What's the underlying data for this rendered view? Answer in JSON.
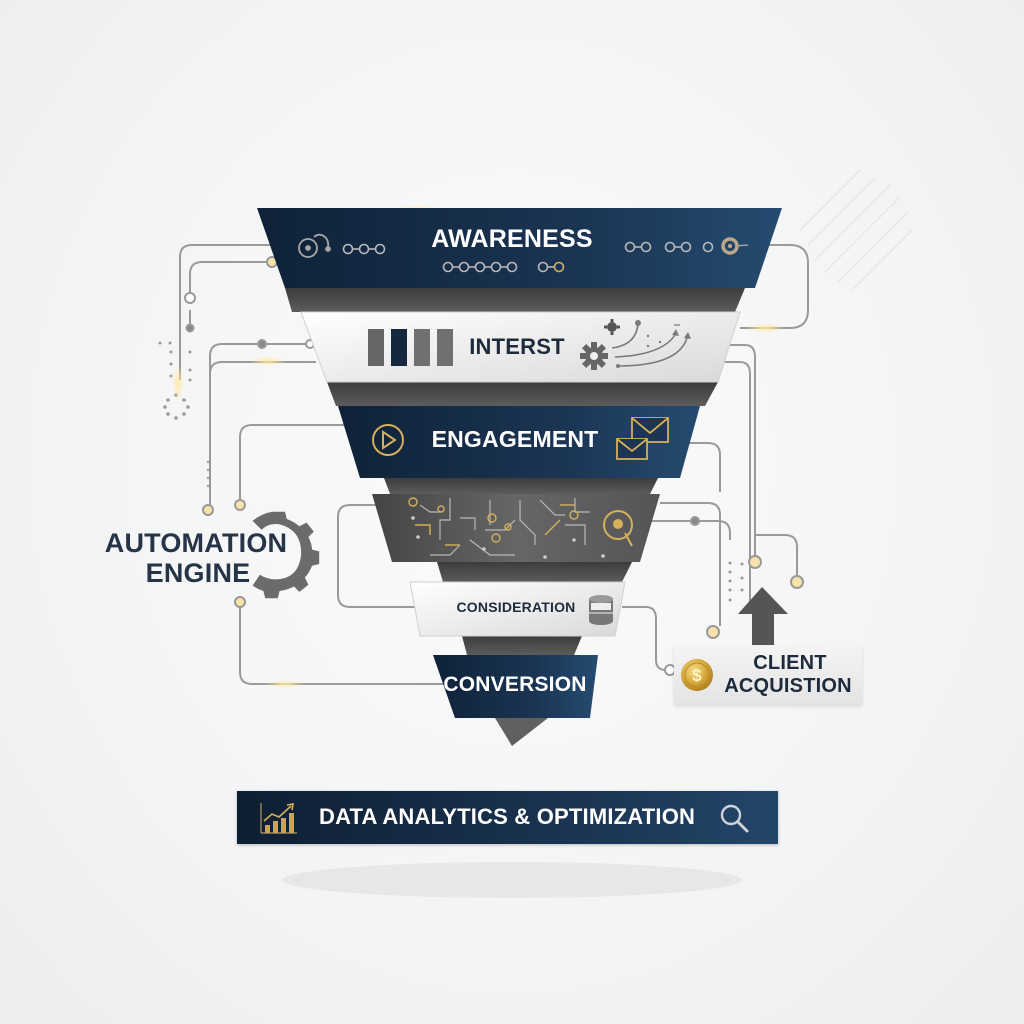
{
  "diagram": {
    "type": "marketing-funnel",
    "colors": {
      "navy": "#1b3553",
      "navy_dark": "#0f2238",
      "gray_band": "#5a5a5a",
      "light_band": "#e9e9e9",
      "gold": "#d6b05a",
      "connector": "#9a9a9a",
      "text_dark": "#1d2b3c"
    },
    "stages": [
      {
        "id": "awareness",
        "label": "AWARENESS",
        "style": "navy",
        "icons": [
          "target-icon",
          "node-chain-icon"
        ]
      },
      {
        "id": "interest",
        "label": "INTERST",
        "style": "light",
        "icons": [
          "bar-blocks-icon",
          "gear-arrows-icon"
        ]
      },
      {
        "id": "engagement",
        "label": "ENGAGEMENT",
        "style": "navy",
        "icons": [
          "play-icon",
          "envelopes-icon"
        ]
      },
      {
        "id": "circuit",
        "label": "",
        "style": "gray-circuit",
        "icons": [
          "circuit-pattern-icon",
          "magnifier-coin-icon"
        ]
      },
      {
        "id": "consideration",
        "label": "CONSIDERATION",
        "style": "light",
        "icons": [
          "database-icon"
        ]
      },
      {
        "id": "conversion",
        "label": "CONVERSION",
        "style": "navy",
        "icons": []
      }
    ],
    "automation_engine": {
      "line1": "AUTOMATION",
      "line2": "ENGINE",
      "icon": "gear-icon"
    },
    "client_acquisition": {
      "line1": "CLIENT",
      "line2": "ACQUISTION",
      "icon": "dollar-coin-icon",
      "arrow": "up-arrow-icon"
    },
    "analytics_bar": {
      "label": "DATA ANALYTICS & OPTIMIZATION",
      "left_icon": "bar-chart-growth-icon",
      "right_icon": "search-icon"
    }
  }
}
